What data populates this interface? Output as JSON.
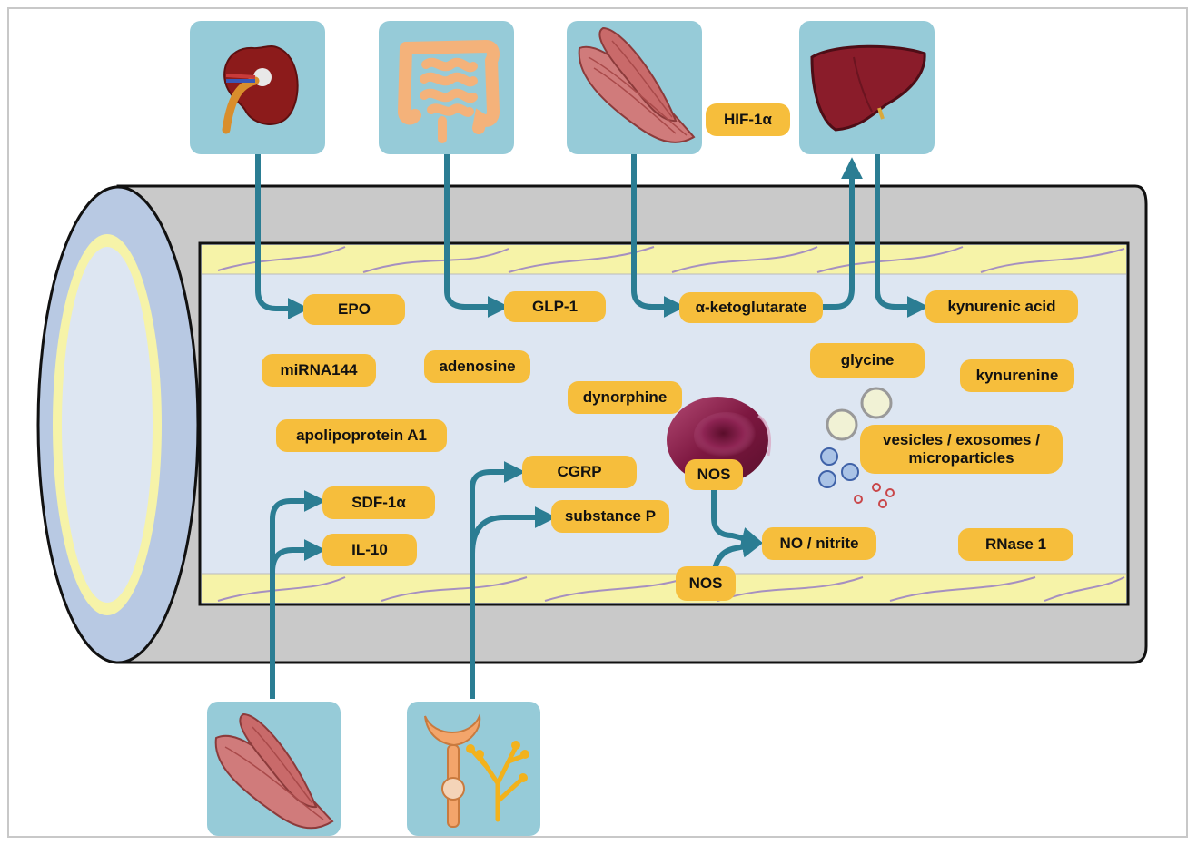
{
  "colors": {
    "label_fill": "#f6be3c",
    "arrow": "#2b7d93",
    "tile": "#96cbd8",
    "vessel_wall": "#c9c9c9",
    "lumen": "#dde6f2",
    "endothelium": "#f6f3a8"
  },
  "icons": {
    "top": [
      "kidney-icon",
      "intestine-icon",
      "muscle-icon",
      "liver-icon"
    ],
    "bottom": [
      "muscle-icon",
      "nervous-system-icon"
    ]
  },
  "labels": {
    "epo": "EPO",
    "glp1": "GLP-1",
    "aketoglutarate": "α-ketoglutarate",
    "kynurenic_acid": "kynurenic acid",
    "hif1a": "HIF-1α",
    "mirna144": "miRNA144",
    "adenosine": "adenosine",
    "dynorphine": "dynorphine",
    "glycine": "glycine",
    "kynurenine": "kynurenine",
    "apolipoprotein": "apolipoprotein A1",
    "vesicles_line1": "vesicles / exosomes /",
    "vesicles_line2": "microparticles",
    "nos_rbc": "NOS",
    "cgrp": "CGRP",
    "substance_p": "substance P",
    "sdf1a": "SDF-1α",
    "il10": "IL-10",
    "no_nitrite": "NO / nitrite",
    "rnase1": "RNase 1",
    "nos_endo": "NOS"
  }
}
